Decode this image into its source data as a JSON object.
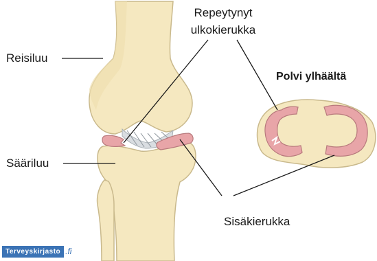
{
  "labels": {
    "femur": "Reisiluu",
    "torn_meniscus_line1": "Repeytynyt",
    "torn_meniscus_line2": "ulkokierukka",
    "top_view_title": "Polvi ylhäältä",
    "tibia": "Sääriluu",
    "medial_meniscus": "Sisäkierukka"
  },
  "brand": {
    "name": "Terveyskirjasto",
    "suffix": ".fi"
  },
  "colors": {
    "bone": "#f5e8c0",
    "bone_outline": "#c9b98c",
    "meniscus": "#e8a5a8",
    "meniscus_outline": "#b87a7d",
    "cartilage": "#d9dde1",
    "brand": "#3b73b5"
  }
}
